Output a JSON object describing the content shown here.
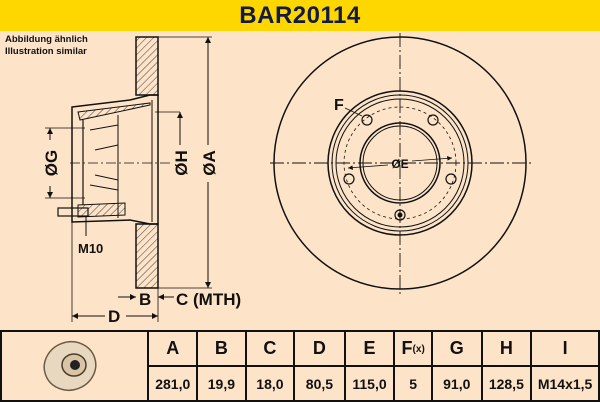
{
  "header": {
    "title": "BAR20114",
    "background_color": "#ffd700",
    "title_color": "#131b45"
  },
  "note": {
    "line1": "Abbildung ähnlich",
    "line2": "Illustration similar"
  },
  "side_view_labels": {
    "g": "ØG",
    "h": "ØH",
    "a": "ØA",
    "m10": "M10",
    "b": "B",
    "c": "C (MTH)",
    "d": "D"
  },
  "front_view_labels": {
    "f": "F",
    "e": "ØE"
  },
  "table": {
    "headers": [
      "A",
      "B",
      "C",
      "D",
      "E",
      "F",
      "G",
      "H",
      "I"
    ],
    "f_suffix": "(x)",
    "values": [
      "281,0",
      "19,9",
      "18,0",
      "80,5",
      "115,0",
      "5",
      "91,0",
      "128,5",
      "M14x1,5"
    ]
  },
  "colors": {
    "background": "#fde4c9",
    "line": "#111111"
  }
}
